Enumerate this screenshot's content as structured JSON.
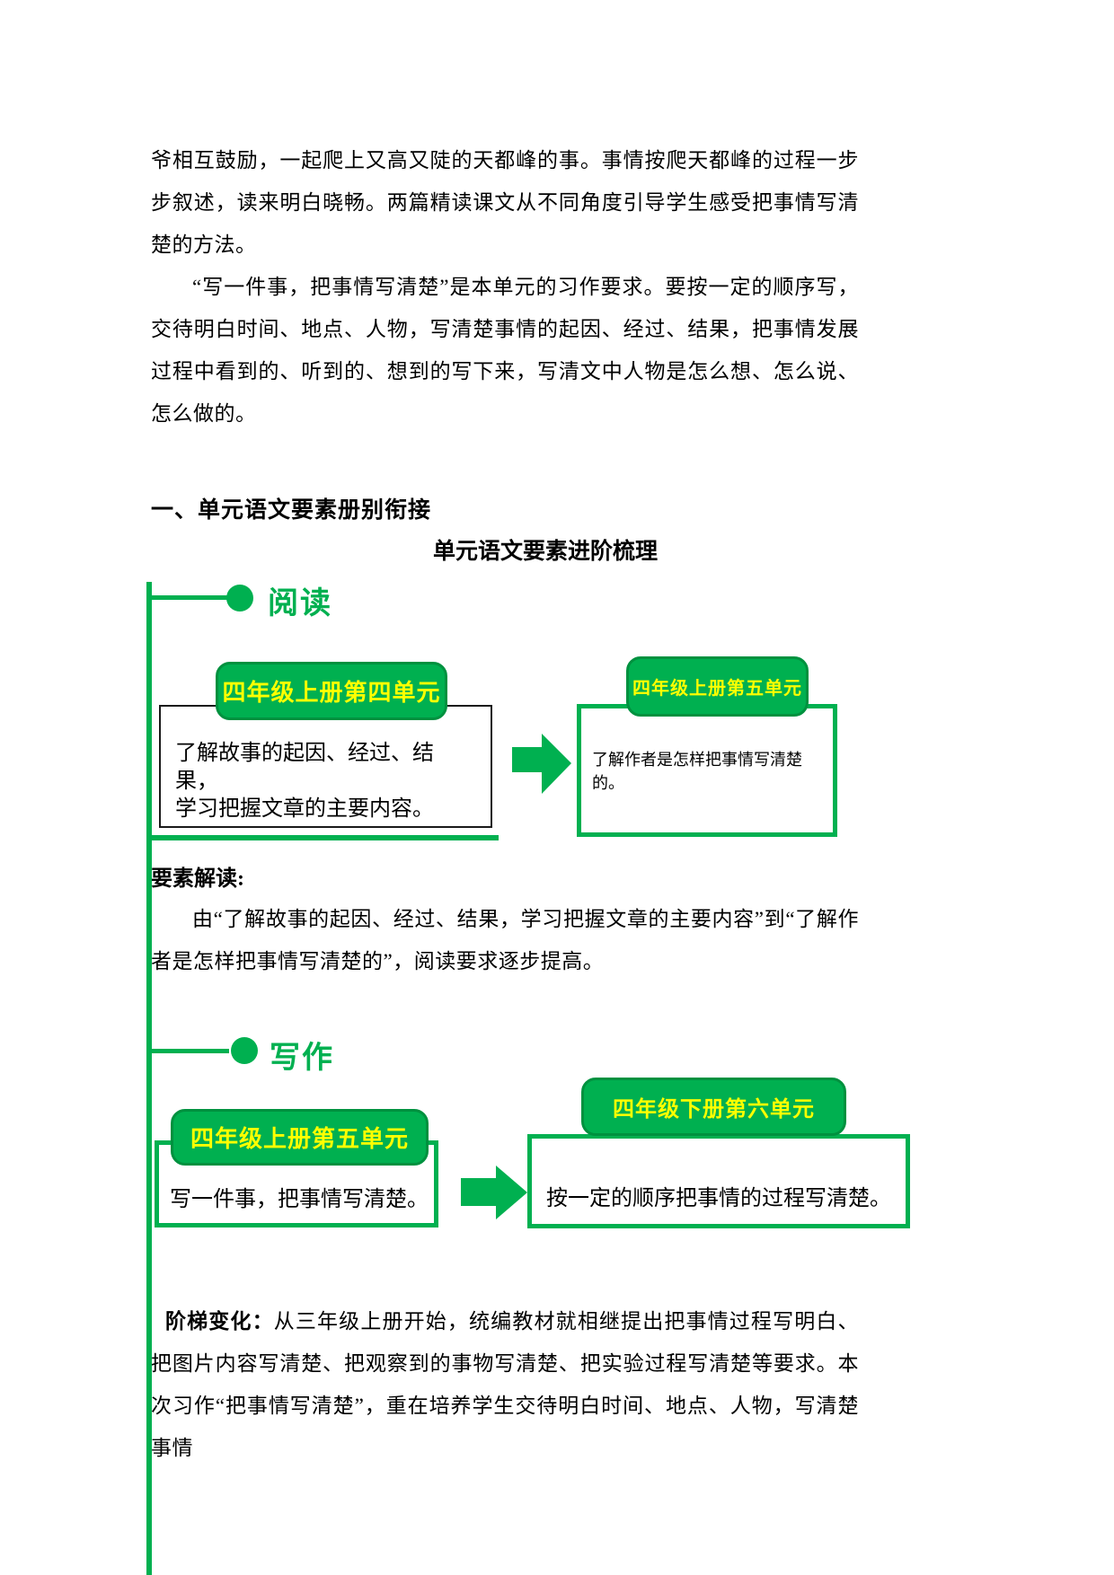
{
  "page": {
    "intro_paragraph_1": "爷相互鼓励，一起爬上又高又陡的天都峰的事。事情按爬天都峰的过程一步步叙述，读来明白晓畅。两篇精读课文从不同角度引导学生感受把事情写清楚的方法。",
    "intro_paragraph_2": "“写一件事，把事情写清楚”是本单元的习作要求。要按一定的顺序写，交待明白时间、地点、人物，写清楚事情的起因、经过、结果，把事情发展过程中看到的、听到的、想到的写下来，写清文中人物是怎么想、怎么说、怎么做的。",
    "section_heading": "一、单元语文要素册别衔接",
    "diagram_title": "单元语文要素进阶梳理"
  },
  "diagram": {
    "reading": {
      "branch_label": "阅读",
      "from_unit": "四年级上册第四单元",
      "from_text_line1": "了解故事的起因、经过、结果，",
      "from_text_line2": "学习把握文章的主要内容。",
      "to_unit": "四年级上册第五单元",
      "to_text": "了解作者是怎样把事情写清楚的。"
    },
    "note_heading": "要素解读:",
    "note_text": "由“了解故事的起因、经过、结果，学习把握文章的主要内容”到“了解作者是怎样把事情写清楚的”，阅读要求逐步提高。",
    "writing": {
      "branch_label": "写作",
      "from_unit": "四年级上册第五单元",
      "from_text": "写一件事，把事情写清楚。",
      "to_unit": "四年级下册第六单元",
      "to_text": "按一定的顺序把事情的过程写清楚。"
    }
  },
  "footer": {
    "lead": "阶梯变化：",
    "text": "从三年级上册开始，统编教材就相继提出把事情过程写明白、把图片内容写清楚、把观察到的事物写清楚、把实验过程写清楚等要求。本次习作“把事情写清楚”，重在培养学生交待明白时间、地点、人物，写清楚事情"
  },
  "colors": {
    "green": "#00b050",
    "green_dark": "#00913f",
    "label_yellow": "#ffff00",
    "text": "#000000"
  }
}
